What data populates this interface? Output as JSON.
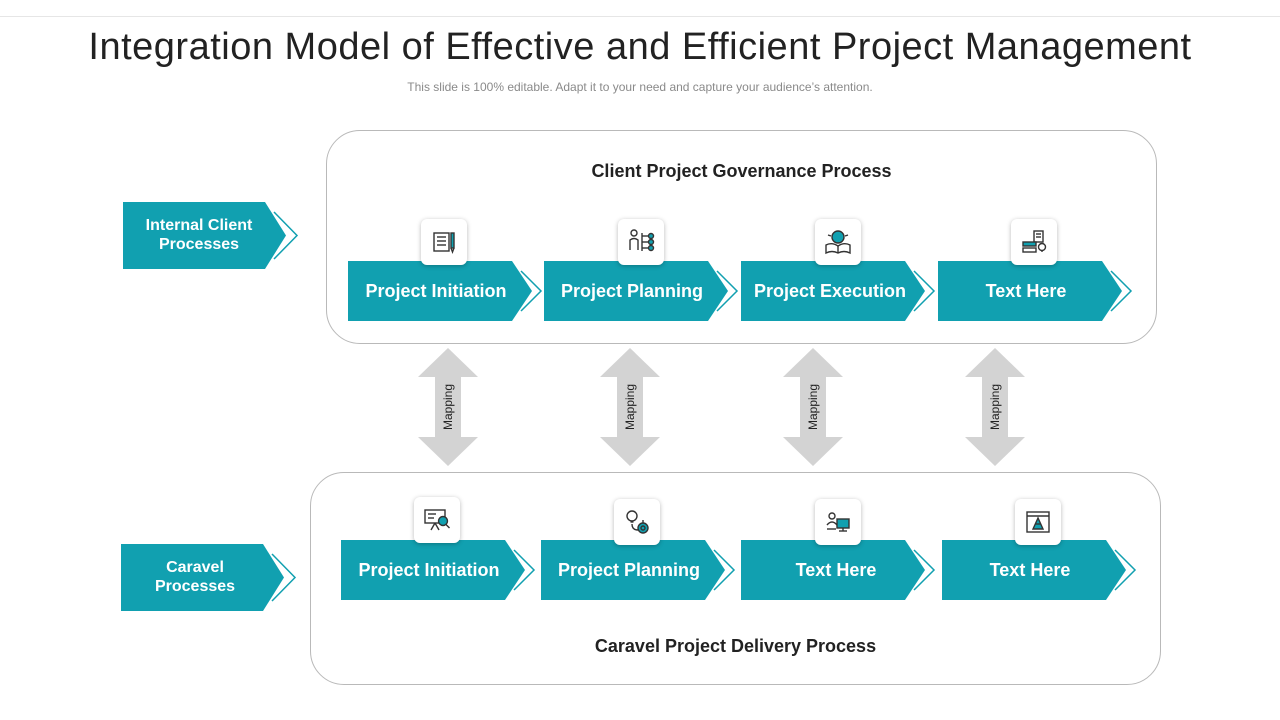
{
  "slide": {
    "title": "Integration Model of Effective and Efficient Project Management",
    "subtitle": "This slide is 100% editable. Adapt it to your need and capture your audience’s attention."
  },
  "colors": {
    "accent": "#11a0b0",
    "accent_outline": "#11a0b0",
    "arrow_gray": "#d3d3d3",
    "panel_border": "#b9b9b9"
  },
  "side_labels": {
    "top": "Internal Client Processes",
    "bottom": "Caravel Processes"
  },
  "top_panel": {
    "title": "Client Project Governance Process",
    "steps": [
      {
        "label": "Project Initiation",
        "icon": "notebook-pen-icon"
      },
      {
        "label": "Project Planning",
        "icon": "person-flowchart-icon"
      },
      {
        "label": "Project Execution",
        "icon": "brain-book-icon"
      },
      {
        "label": "Text Here",
        "icon": "documents-bulb-icon"
      }
    ]
  },
  "mapping": {
    "label": "Mapping",
    "count": 4
  },
  "bottom_panel": {
    "title": "Caravel Project Delivery Process",
    "steps": [
      {
        "label": "Project Initiation",
        "icon": "presentation-search-icon"
      },
      {
        "label": "Project Planning",
        "icon": "bulb-target-icon"
      },
      {
        "label": "Text Here",
        "icon": "monitor-people-icon"
      },
      {
        "label": "Text Here",
        "icon": "browser-cone-icon"
      }
    ]
  }
}
